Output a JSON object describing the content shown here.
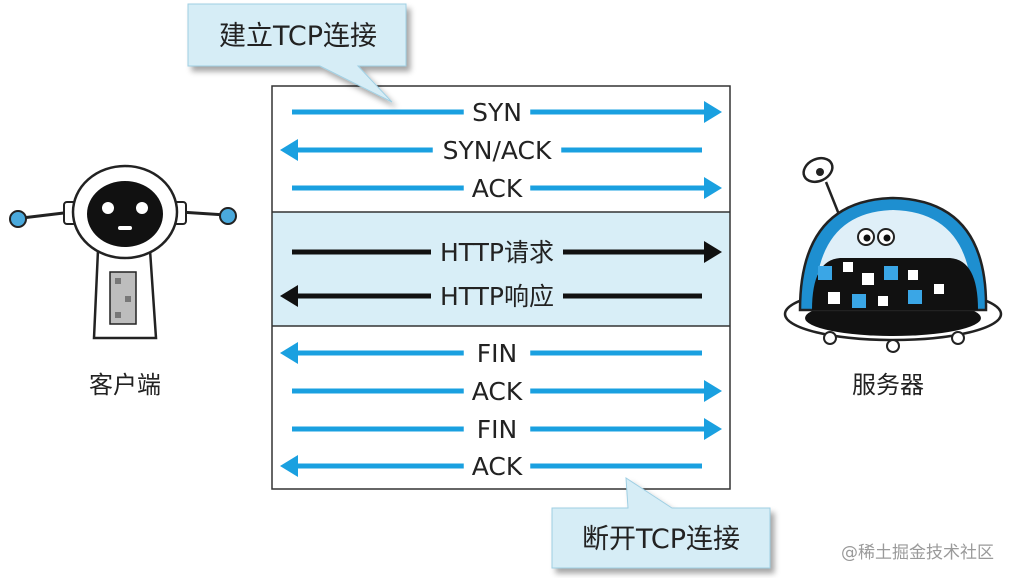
{
  "callouts": {
    "connect": "建立TCP连接",
    "disconnect": "断开TCP连接"
  },
  "actors": {
    "client": "客户端",
    "server": "服务器"
  },
  "sections": {
    "handshake": {
      "color": "#1aa0e0",
      "messages": [
        {
          "label": "SYN",
          "direction": "right"
        },
        {
          "label": "SYN/ACK",
          "direction": "left"
        },
        {
          "label": "ACK",
          "direction": "right"
        }
      ]
    },
    "http": {
      "color": "#111111",
      "background": "#d8eef7",
      "messages": [
        {
          "label": "HTTP请求",
          "direction": "right"
        },
        {
          "label": "HTTP响应",
          "direction": "left"
        }
      ]
    },
    "teardown": {
      "color": "#1aa0e0",
      "messages": [
        {
          "label": "FIN",
          "direction": "left"
        },
        {
          "label": "ACK",
          "direction": "right"
        },
        {
          "label": "FIN",
          "direction": "right"
        },
        {
          "label": "ACK",
          "direction": "left"
        }
      ]
    }
  },
  "watermark": "@稀土掘金技术社区",
  "colors": {
    "callout_fill": "#d6edf6",
    "frame": "#333333",
    "robot_accent": "#1e8fd0"
  }
}
